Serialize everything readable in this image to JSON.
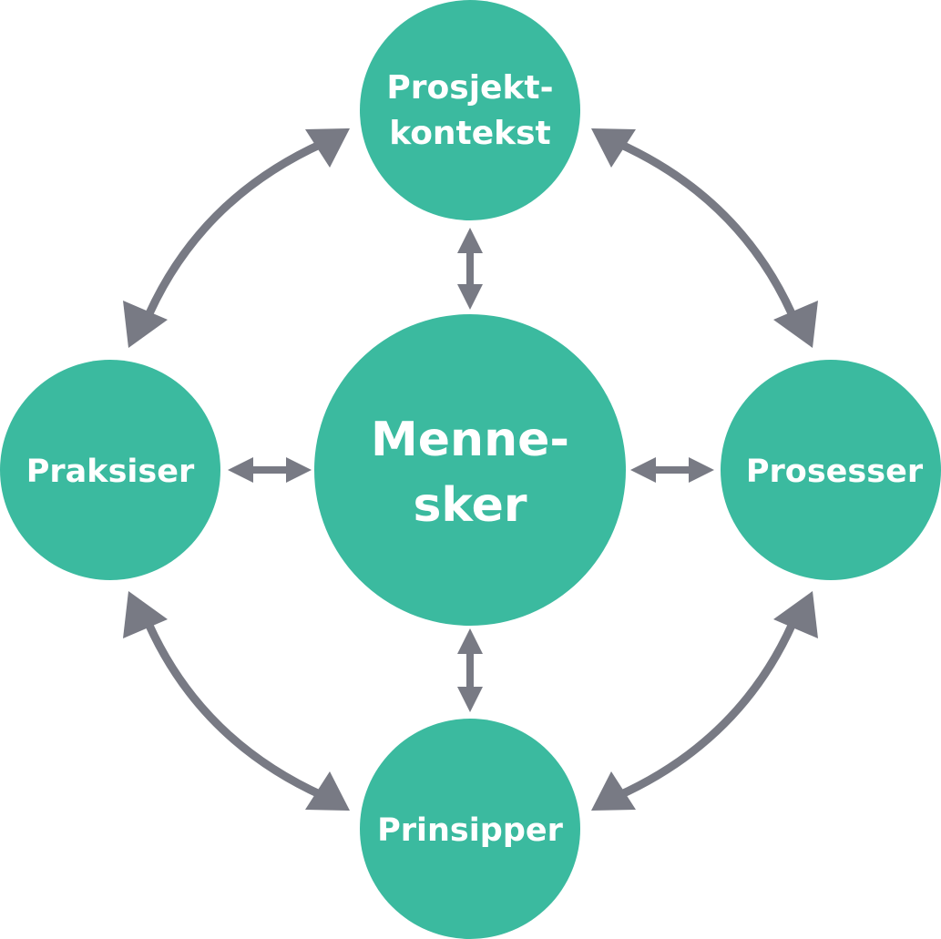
{
  "colors": {
    "node_fill": "#3bba9f",
    "arrow": "#787a84",
    "label_text": "#ffffff",
    "background": "#ffffff"
  },
  "nodes": {
    "center": {
      "line1": "Menne-",
      "line2": "sker"
    },
    "top": {
      "line1": "Prosjekt-",
      "line2": "kontekst"
    },
    "left": {
      "label": "Praksiser"
    },
    "right": {
      "label": "Prosesser"
    },
    "bottom": {
      "label": "Prinsipper"
    }
  },
  "connections": [
    {
      "from": "center",
      "to": "top",
      "direction": "both"
    },
    {
      "from": "center",
      "to": "left",
      "direction": "both"
    },
    {
      "from": "center",
      "to": "right",
      "direction": "both"
    },
    {
      "from": "center",
      "to": "bottom",
      "direction": "both"
    },
    {
      "from": "top",
      "to": "left",
      "direction": "both"
    },
    {
      "from": "top",
      "to": "right",
      "direction": "both"
    },
    {
      "from": "bottom",
      "to": "left",
      "direction": "both"
    },
    {
      "from": "bottom",
      "to": "right",
      "direction": "both"
    }
  ]
}
